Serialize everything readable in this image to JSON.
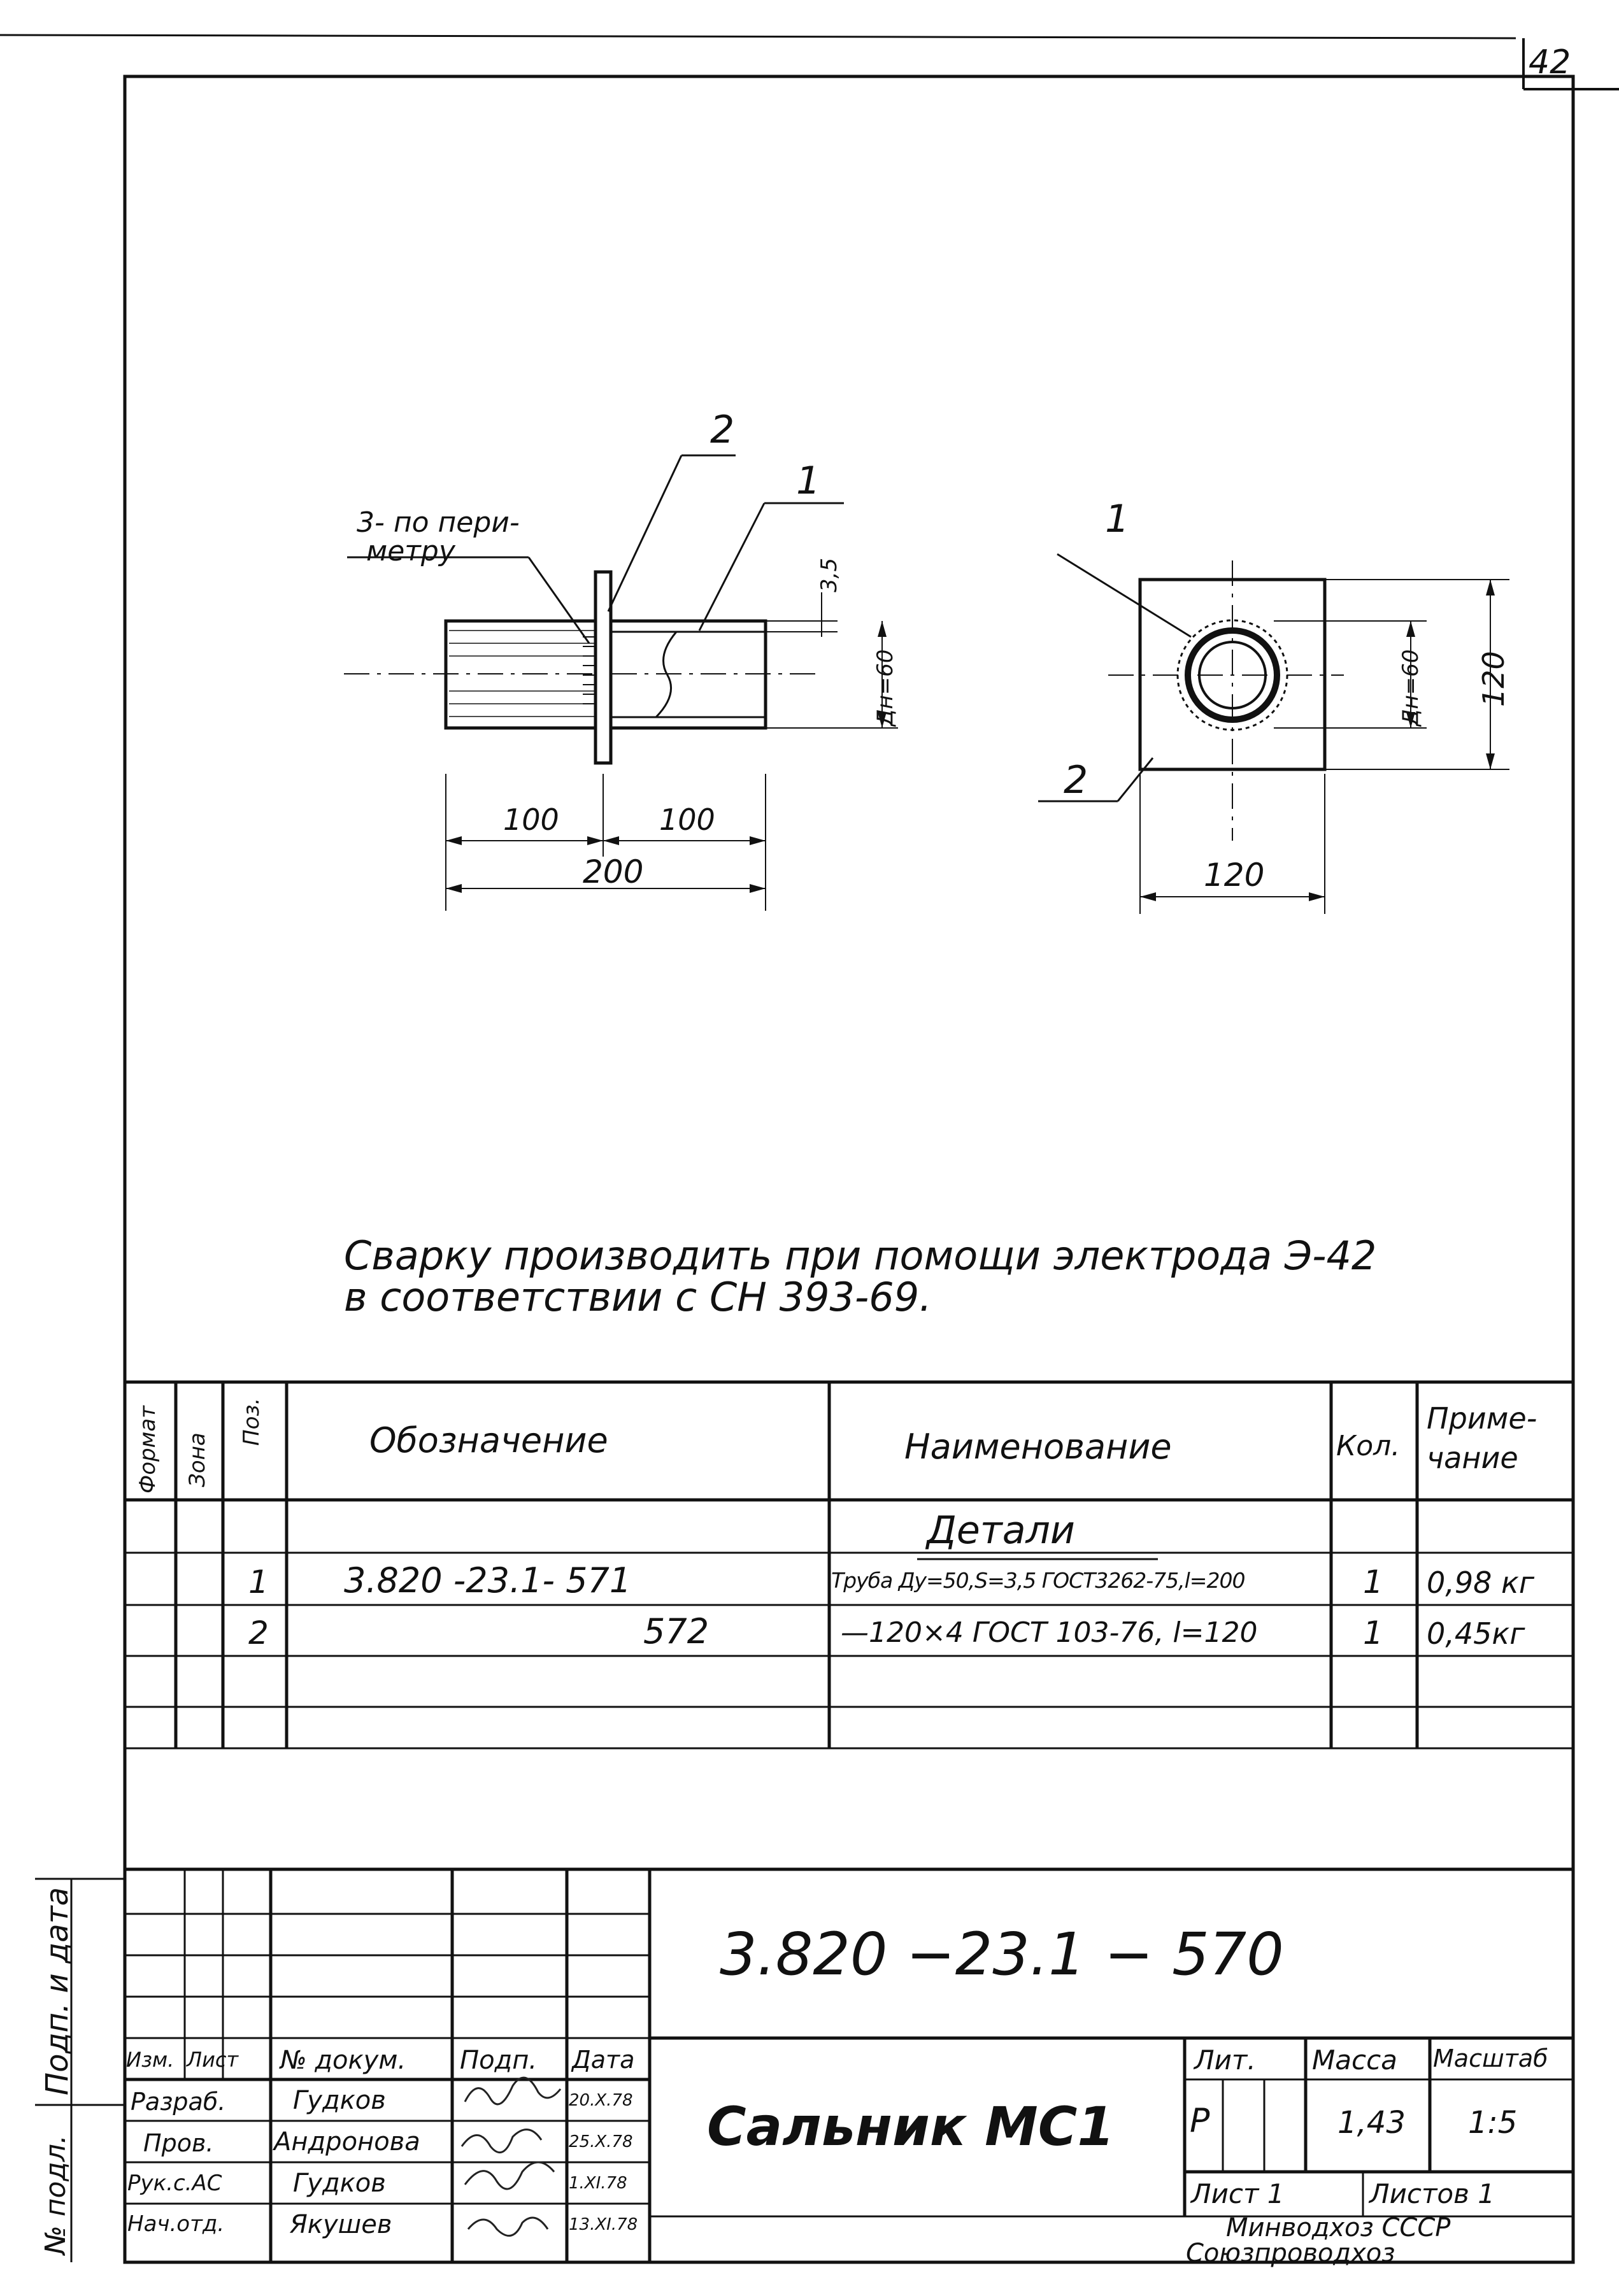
{
  "page_number": "42",
  "drawing": {
    "callouts": {
      "pos1": "1",
      "pos2": "2",
      "weld_note_line1": "3- по пери-",
      "weld_note_line2": "метру"
    },
    "dims": {
      "wall": "3,5",
      "pipe_dia": "Дн=60",
      "half_left": "100",
      "half_right": "100",
      "total_length": "200",
      "plate_height": "120",
      "plate_width": "120",
      "end_pipe_dia": "Дн=60"
    },
    "end_view_callouts": {
      "pos1": "1",
      "pos2": "2"
    }
  },
  "note": {
    "line1": "Сварку    производить    при помощи электрода Э-42",
    "line2": "в соответствии     с  СН 393-69."
  },
  "spec": {
    "headers": {
      "format": "Формат",
      "zone": "Зона",
      "pos": "Поз.",
      "designation": "Обозначение",
      "name": "Наименование",
      "qty": "Кол.",
      "note_line1": "Приме-",
      "note_line2": "чание"
    },
    "section": "Детали",
    "rows": [
      {
        "pos": "1",
        "designation": "3.820   -23.1-  571",
        "name": "Труба Ду=50,S=3,5 ГОСТ3262-75,l=200",
        "qty": "1",
        "note": "0,98 кг"
      },
      {
        "pos": "2",
        "designation": "572",
        "name": "—120×4 ГОСТ 103-76, l=120",
        "qty": "1",
        "note": "0,45кг"
      }
    ]
  },
  "side_stamp": {
    "text1": "№ подл.",
    "text2": "Подп. и дата"
  },
  "title_block": {
    "doc_code": "3.820  −23.1 − 570",
    "title": "Сальник     МС1",
    "col_headers": {
      "izm": "Изм.",
      "list": "Лист",
      "doc": "№ докум.",
      "sign": "Подп.",
      "date": "Дата"
    },
    "people": [
      {
        "role": "Разраб.",
        "name": "Гудков",
        "date": "20.X.78"
      },
      {
        "role": "Пров.",
        "name": "Андронова",
        "date": "25.X.78"
      },
      {
        "role": "Рук.с.АС",
        "name": "Гудков",
        "date": "1.XI.78"
      },
      {
        "role": "Нач.отд.",
        "name": "Якушев",
        "date": "13.XI.78"
      }
    ],
    "lit_label": "Лит.",
    "mass_label": "Масса",
    "scale_label": "Масштаб",
    "lit_value": "Р",
    "mass_value": "1,43",
    "scale_value": "1:5",
    "sheet": "Лист 1",
    "sheets": "Листов 1",
    "org_line1": "Минводхоз СССР",
    "org_line2": "Союзпроводхоз"
  }
}
